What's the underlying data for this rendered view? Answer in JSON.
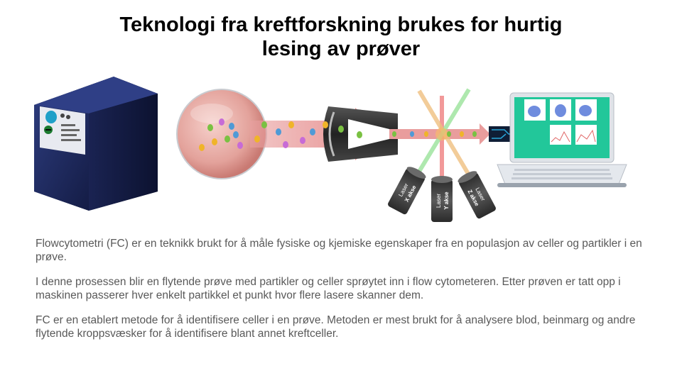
{
  "title": {
    "line1": "Teknologi fra kreftforskning brukes for hurtig",
    "line2": "lesing av prøver"
  },
  "diagram": {
    "lasers": [
      {
        "name": "Laser",
        "axis": "X akse"
      },
      {
        "name": "Laser",
        "axis": "Y akse"
      },
      {
        "name": "Laser",
        "axis": "Z akse"
      }
    ],
    "colors": {
      "machine": "#1f2a5c",
      "droplet": "#e8a9a3",
      "arrow": "#e8a0a0",
      "laptop_screen": "#22c79a",
      "laser_red": "#f08080",
      "laser_green": "#9be39b",
      "laser_orange": "#f0c080"
    }
  },
  "paragraphs": [
    "Flowcytometri (FC) er en teknikk brukt for å måle fysiske og kjemiske egenskaper fra en populasjon av celler og partikler i en prøve.",
    "I denne prosessen blir en flytende prøve med partikler og celler sprøytet inn i flow cytometeren. Etter prøven er tatt opp i maskinen passerer hver enkelt partikkel et punkt hvor flere lasere skanner dem.",
    "FC er en etablert metode for å identifisere celler i en prøve. Metoden er mest brukt for å analysere blod, beinmarg og andre flytende kroppsvæsker for å identifisere blant annet kreftceller."
  ]
}
